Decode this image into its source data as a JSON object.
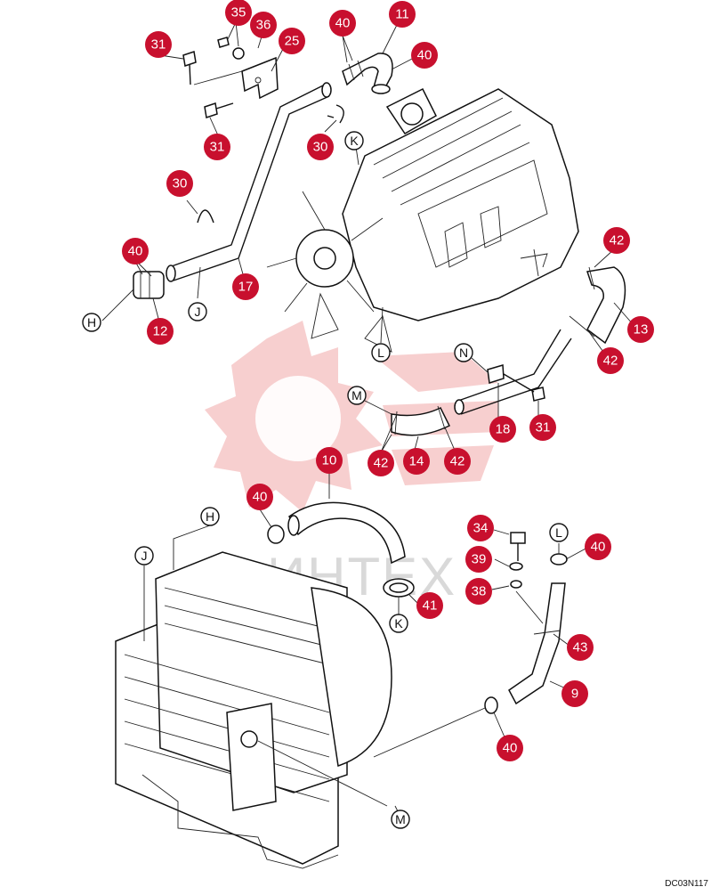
{
  "watermark": "ИНТЕХ",
  "drawing_code": "DC03N117",
  "callouts": [
    {
      "id": "c35",
      "label": "35"
    },
    {
      "id": "c36",
      "label": "36"
    },
    {
      "id": "c25",
      "label": "25"
    },
    {
      "id": "c31a",
      "label": "31"
    },
    {
      "id": "c31b",
      "label": "31"
    },
    {
      "id": "c30a",
      "label": "30"
    },
    {
      "id": "c30b",
      "label": "30"
    },
    {
      "id": "c40a",
      "label": "40"
    },
    {
      "id": "c11",
      "label": "11"
    },
    {
      "id": "c40b",
      "label": "40"
    },
    {
      "id": "c40c",
      "label": "40"
    },
    {
      "id": "c17",
      "label": "17"
    },
    {
      "id": "c12",
      "label": "12"
    },
    {
      "id": "c42a",
      "label": "42"
    },
    {
      "id": "c13",
      "label": "13"
    },
    {
      "id": "c42b",
      "label": "42"
    },
    {
      "id": "c18",
      "label": "18"
    },
    {
      "id": "c31c",
      "label": "31"
    },
    {
      "id": "c42c",
      "label": "42"
    },
    {
      "id": "c14",
      "label": "14"
    },
    {
      "id": "c42d",
      "label": "42"
    },
    {
      "id": "c10",
      "label": "10"
    },
    {
      "id": "c40d",
      "label": "40"
    },
    {
      "id": "c34",
      "label": "34"
    },
    {
      "id": "c39",
      "label": "39"
    },
    {
      "id": "c38",
      "label": "38"
    },
    {
      "id": "c40e",
      "label": "40"
    },
    {
      "id": "c41",
      "label": "41"
    },
    {
      "id": "c43",
      "label": "43"
    },
    {
      "id": "c9",
      "label": "9"
    },
    {
      "id": "c40f",
      "label": "40"
    }
  ],
  "references": [
    {
      "id": "rK1",
      "label": "K"
    },
    {
      "id": "rH1",
      "label": "H"
    },
    {
      "id": "rJ1",
      "label": "J"
    },
    {
      "id": "rL1",
      "label": "L"
    },
    {
      "id": "rN",
      "label": "N"
    },
    {
      "id": "rM1",
      "label": "M"
    },
    {
      "id": "rH2",
      "label": "H"
    },
    {
      "id": "rJ2",
      "label": "J"
    },
    {
      "id": "rL2",
      "label": "L"
    },
    {
      "id": "rK2",
      "label": "K"
    },
    {
      "id": "rM2",
      "label": "M"
    }
  ]
}
